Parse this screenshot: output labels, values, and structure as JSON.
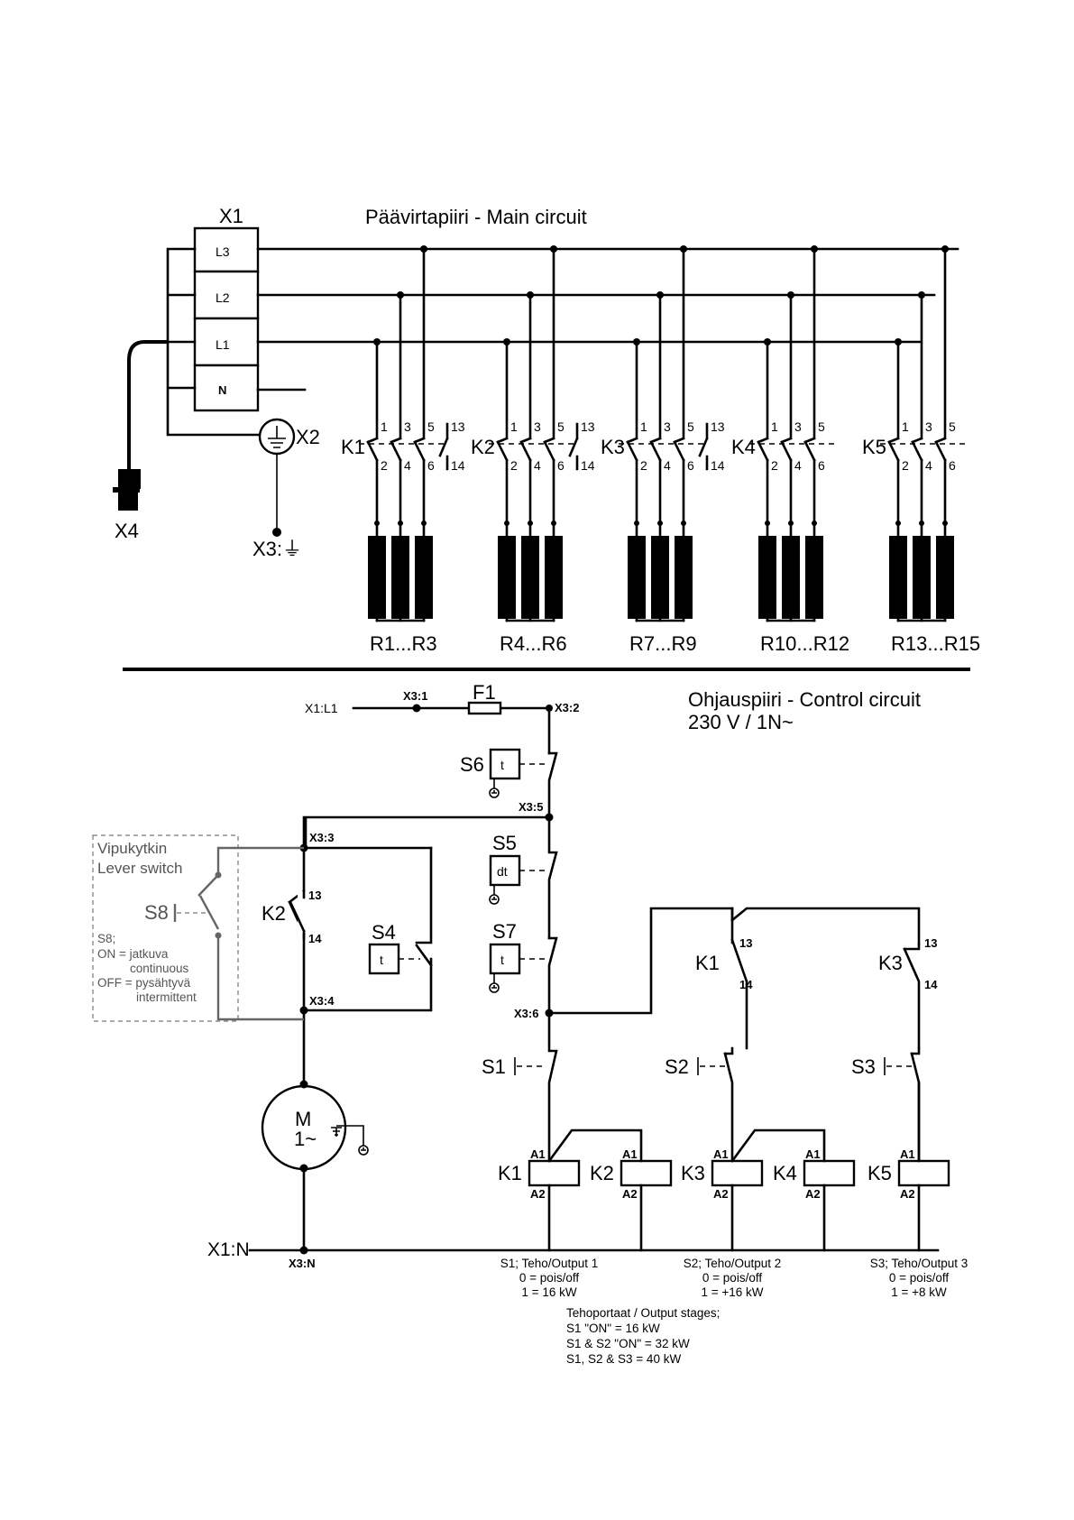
{
  "main_circuit": {
    "title": "Päävirtapiiri - Main circuit",
    "terminal_block": "X1",
    "terminals": [
      "L3",
      "L2",
      "L1",
      "N"
    ],
    "earth_terminal": "X2",
    "earth_point": "X3:⏚",
    "plug": "X4",
    "contactors": [
      {
        "name": "K1",
        "contacts_top": [
          "1",
          "3",
          "5",
          "13"
        ],
        "contacts_bottom": [
          "2",
          "4",
          "6",
          "14"
        ],
        "resistors": "R1...R3"
      },
      {
        "name": "K2",
        "contacts_top": [
          "1",
          "3",
          "5",
          "13"
        ],
        "contacts_bottom": [
          "2",
          "4",
          "6",
          "14"
        ],
        "resistors": "R4...R6"
      },
      {
        "name": "K3",
        "contacts_top": [
          "1",
          "3",
          "5",
          "13"
        ],
        "contacts_bottom": [
          "2",
          "4",
          "6",
          "14"
        ],
        "resistors": "R7...R9"
      },
      {
        "name": "K4",
        "contacts_top": [
          "1",
          "3",
          "5"
        ],
        "contacts_bottom": [
          "2",
          "4",
          "6"
        ],
        "resistors": "R10...R12"
      },
      {
        "name": "K5",
        "contacts_top": [
          "1",
          "3",
          "5"
        ],
        "contacts_bottom": [
          "2",
          "4",
          "6"
        ],
        "resistors": "R13...R15"
      }
    ]
  },
  "control_circuit": {
    "title": "Ohjauspiiri - Control circuit",
    "supply": "230 V / 1N~",
    "supply_terminal": "X1:L1",
    "neutral_terminal": "X1:N",
    "fuse": "F1",
    "points": [
      "X3:1",
      "X3:2",
      "X3:5",
      "X3:3",
      "X3:4",
      "X3:6",
      "X3:N"
    ],
    "thermostats": [
      {
        "name": "S6",
        "symbol": "t"
      },
      {
        "name": "S5",
        "symbol": "dt"
      },
      {
        "name": "S7",
        "symbol": "t"
      },
      {
        "name": "S4",
        "symbol": "t"
      }
    ],
    "lever_switch": {
      "title_fi": "Vipukytkin",
      "title_en": "Lever switch",
      "name": "S8",
      "notes": [
        "S8;",
        "ON = jatkuva",
        "continuous",
        "OFF = pysähtyvä",
        "intermittent"
      ]
    },
    "k2_contact": {
      "name": "K2",
      "top": "13",
      "bottom": "14"
    },
    "k1_contact": {
      "name": "K1",
      "top": "13",
      "bottom": "14"
    },
    "k3_contact": {
      "name": "K3",
      "top": "13",
      "bottom": "14"
    },
    "motor": {
      "line1": "M",
      "line2": "1~"
    },
    "switches": [
      "S1",
      "S2",
      "S3"
    ],
    "coils": [
      "K1",
      "K2",
      "K3",
      "K4",
      "K5"
    ],
    "coil_terminals": {
      "top": "A1",
      "bottom": "A2"
    },
    "outputs": [
      {
        "line1": "S1; Teho/Output 1",
        "line2": "0 = pois/off",
        "line3": "1 = 16 kW"
      },
      {
        "line1": "S2; Teho/Output 2",
        "line2": "0 = pois/off",
        "line3": "1 = +16 kW"
      },
      {
        "line1": "S3; Teho/Output 3",
        "line2": "0 = pois/off",
        "line3": "1 = +8 kW"
      }
    ],
    "stages": [
      "Tehoportaat / Output stages;",
      "S1 \"ON\" = 16 kW",
      "S1 & S2 \"ON\" = 32 kW",
      "S1, S2 & S3 = 40 kW"
    ]
  }
}
